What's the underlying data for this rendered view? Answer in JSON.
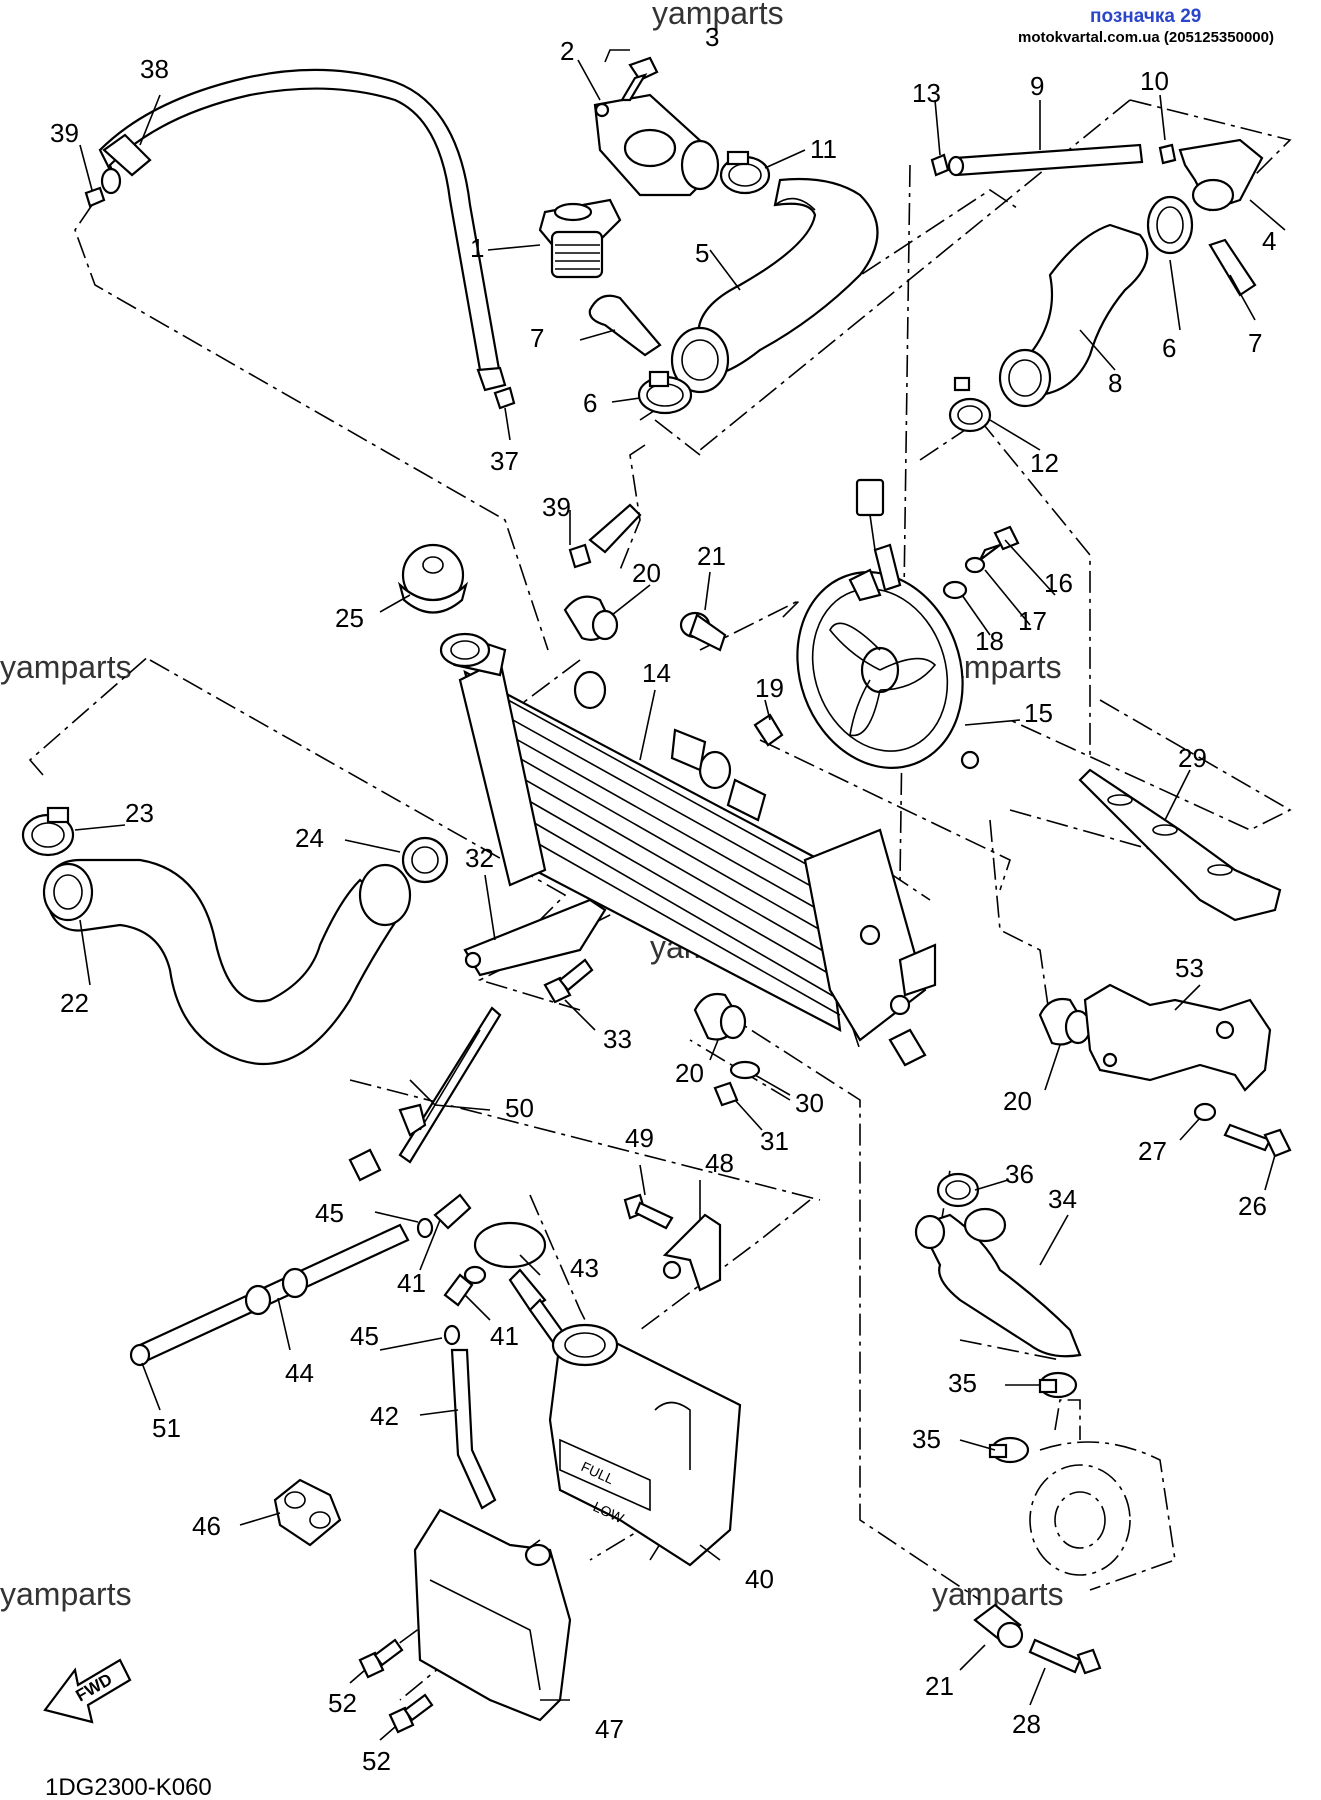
{
  "header": {
    "page_label": "позначка 29",
    "site": "motokvartal.com.ua (205125350000)"
  },
  "watermarks": [
    "yamparts",
    "yamparts",
    "yamparts",
    "yamparts",
    "yamparts",
    "yamparts"
  ],
  "diagram_code": "1DG2300-K060",
  "fwd_label": "FWD",
  "reservoir_marks": {
    "full": "FULL",
    "low": "LOW"
  },
  "callouts": [
    "1",
    "2",
    "3",
    "4",
    "5",
    "6",
    "6",
    "7",
    "7",
    "8",
    "9",
    "10",
    "11",
    "12",
    "13",
    "14",
    "15",
    "16",
    "17",
    "18",
    "19",
    "20",
    "20",
    "20",
    "21",
    "21",
    "22",
    "23",
    "24",
    "25",
    "26",
    "27",
    "28",
    "29",
    "30",
    "31",
    "32",
    "33",
    "34",
    "35",
    "35",
    "36",
    "37",
    "38",
    "39",
    "39",
    "40",
    "41",
    "41",
    "42",
    "43",
    "44",
    "45",
    "45",
    "46",
    "47",
    "48",
    "49",
    "50",
    "51",
    "52",
    "52",
    "53"
  ]
}
